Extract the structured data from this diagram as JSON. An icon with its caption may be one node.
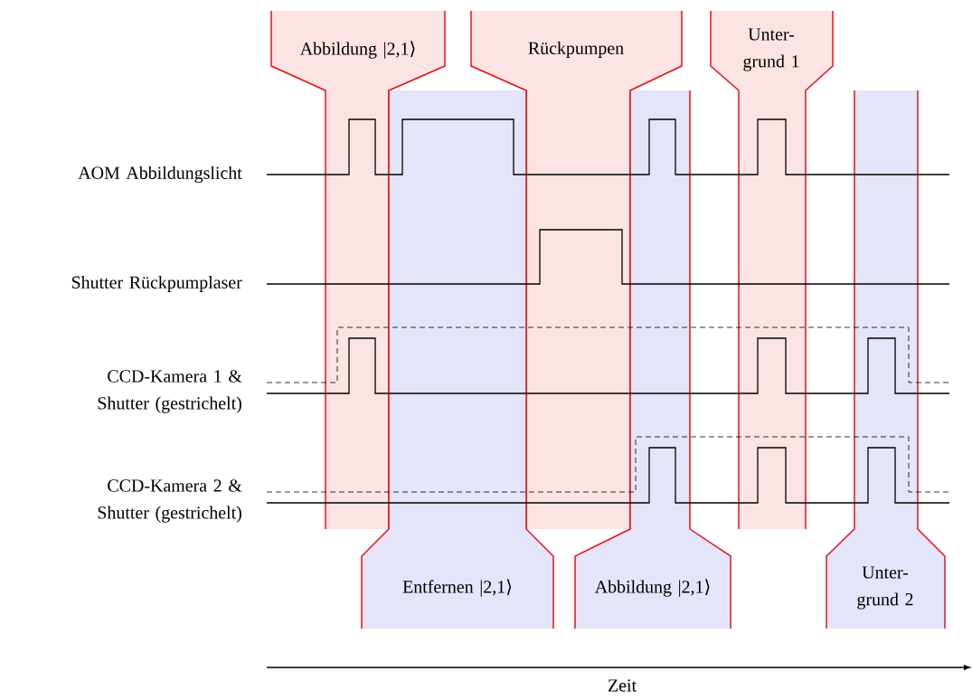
{
  "diagram": {
    "nodes": [
      {
        "text": [
          "Abbildung |2,1⟩"
        ]
      },
      {
        "text": [
          "Rückpumpen"
        ]
      },
      {
        "text": [
          "Unter- grund 1"
        ]
      },
      {
        "text": [
          "Entfernen |2,1⟩"
        ]
      },
      {
        "text": [
          "Abbildung |2,1⟩"
        ]
      },
      {
        "text": [
          "Unter- grund 2"
        ]
      }
    ],
    "labels": [
      "AOM Abbildungslicht",
      "Shutter Rückpumplaser",
      "CCD-Kamera 1 & Shutter (gestrichelt)",
      "CCD-Kamera 2 & Shutter (gestrichelt)",
      "Zeit"
    ]
  }
}
